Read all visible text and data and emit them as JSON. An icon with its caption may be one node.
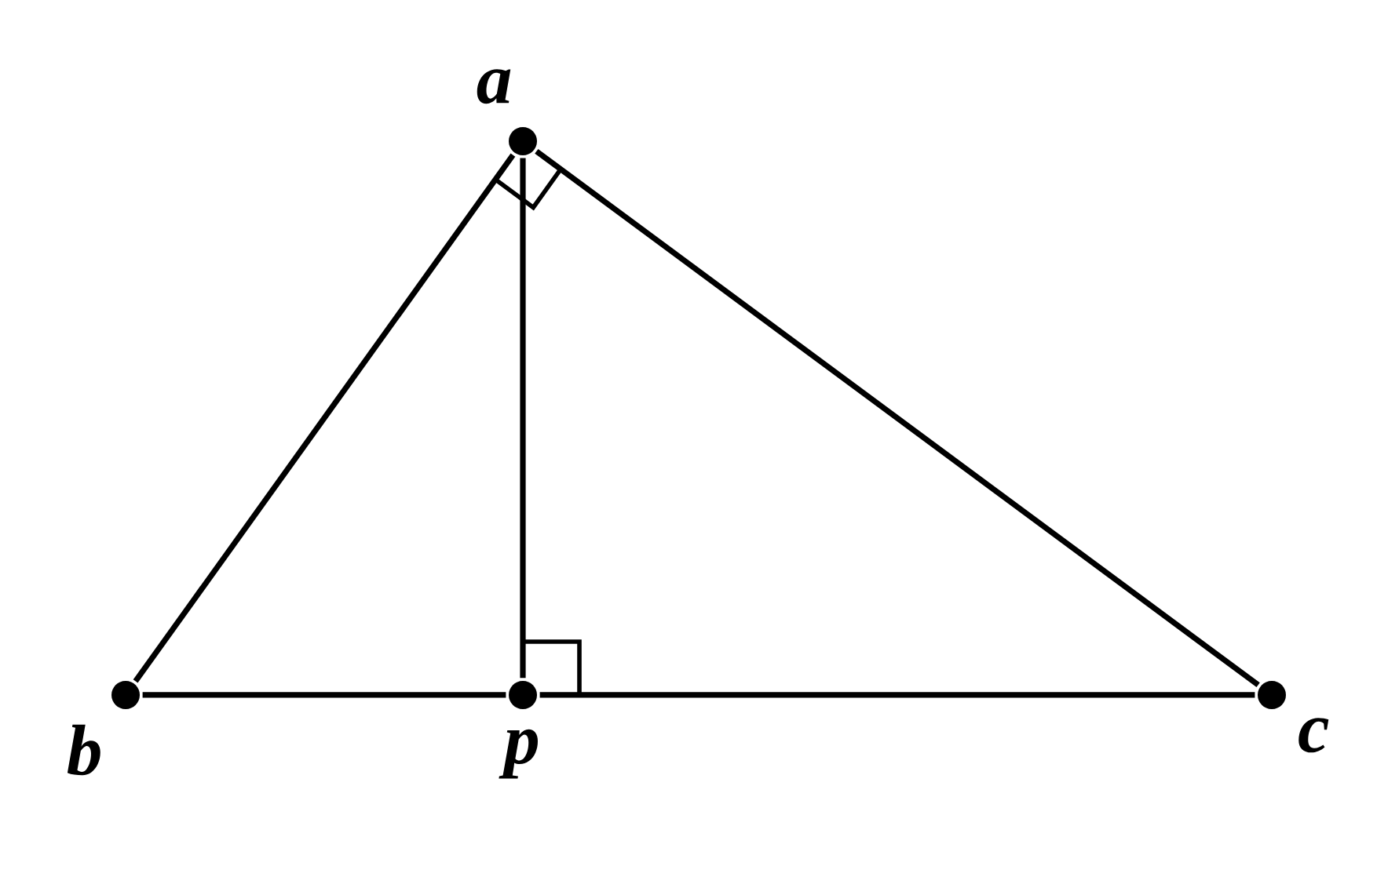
{
  "diagram": {
    "nodes": [
      {
        "text": [
          "a"
        ]
      },
      {
        "text": [
          "b"
        ]
      },
      {
        "text": [
          "p"
        ]
      },
      {
        "text": [
          "c"
        ]
      }
    ],
    "edges": [
      {
        "from": 0,
        "to": 1,
        "arrow": "none"
      },
      {
        "from": 0,
        "to": 3,
        "arrow": "none"
      },
      {
        "from": 1,
        "to": 2,
        "arrow": "none"
      },
      {
        "from": 2,
        "to": 3,
        "arrow": "none"
      },
      {
        "from": 0,
        "to": 2,
        "arrow": "none"
      }
    ]
  }
}
